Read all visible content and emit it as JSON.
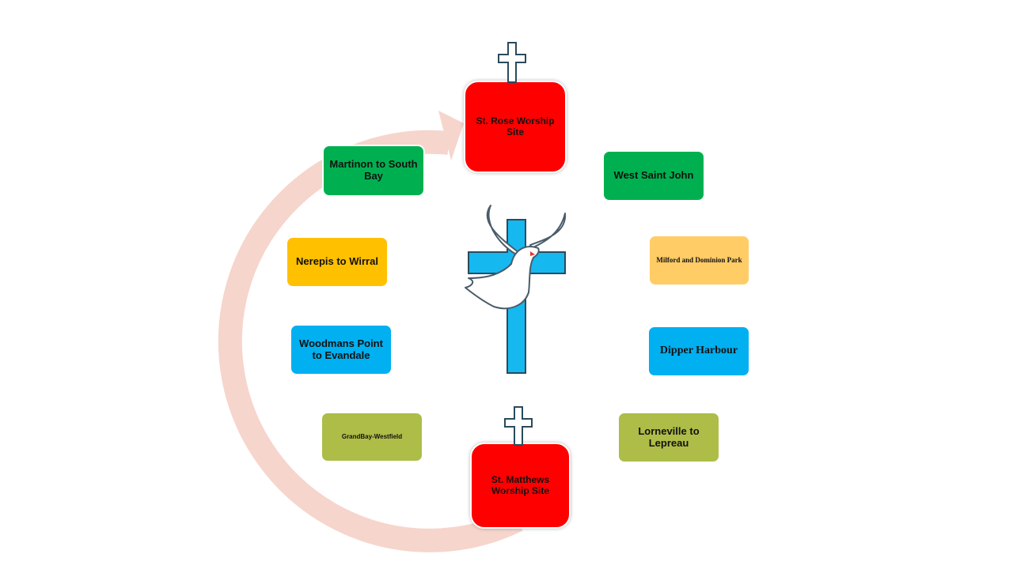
{
  "colors": {
    "ring": "#f6d5cc",
    "site_red": "#ff0000",
    "green": "#00b050",
    "gold": "#ffc000",
    "light_gold": "#ffcc66",
    "blue": "#00b0f0",
    "olive": "#adbd47",
    "cross_blue": "#15b9f0",
    "cross_outline": "#2b4a5c"
  },
  "icons": {
    "site_marker": "cross-icon",
    "center": "dove-cross-icon"
  },
  "sites": [
    {
      "label": "St. Rose  Worship Site"
    },
    {
      "label": "St. Matthews Worship Site"
    }
  ],
  "areas": [
    {
      "label": "West Saint John"
    },
    {
      "label": "Milford and Dominion Park"
    },
    {
      "label": "Dipper Harbour"
    },
    {
      "label": "Lorneville to Lepreau"
    },
    {
      "label": "GrandBay-Westfield"
    },
    {
      "label": "Woodmans Point to Evandale"
    },
    {
      "label": "Nerepis to Wirral"
    },
    {
      "label": "Martinon to South Bay"
    }
  ]
}
